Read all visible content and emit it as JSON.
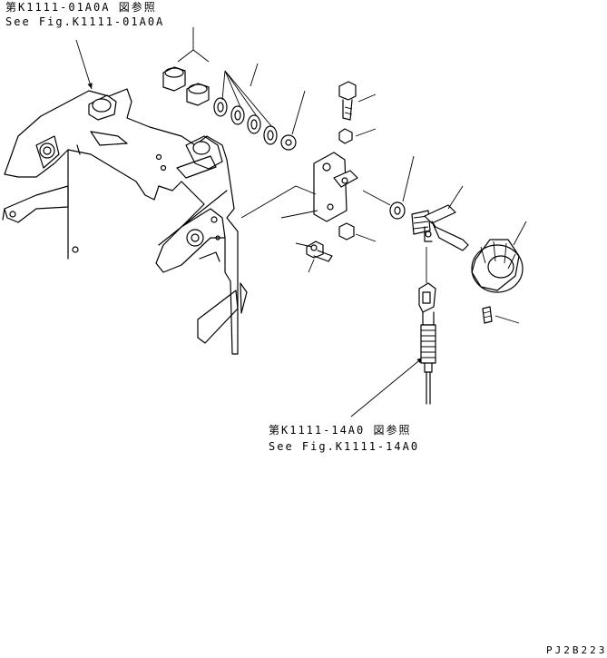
{
  "references": {
    "top_jp": "第K1111-01A0A 図参照",
    "top_en": "See Fig.K1111-01A0A",
    "bottom_jp": "第K1111-14A0 図参照",
    "bottom_en": "See Fig.K1111-14A0"
  },
  "drawing_code": "PJ2B223",
  "colors": {
    "line": "#000000",
    "background": "#ffffff"
  }
}
